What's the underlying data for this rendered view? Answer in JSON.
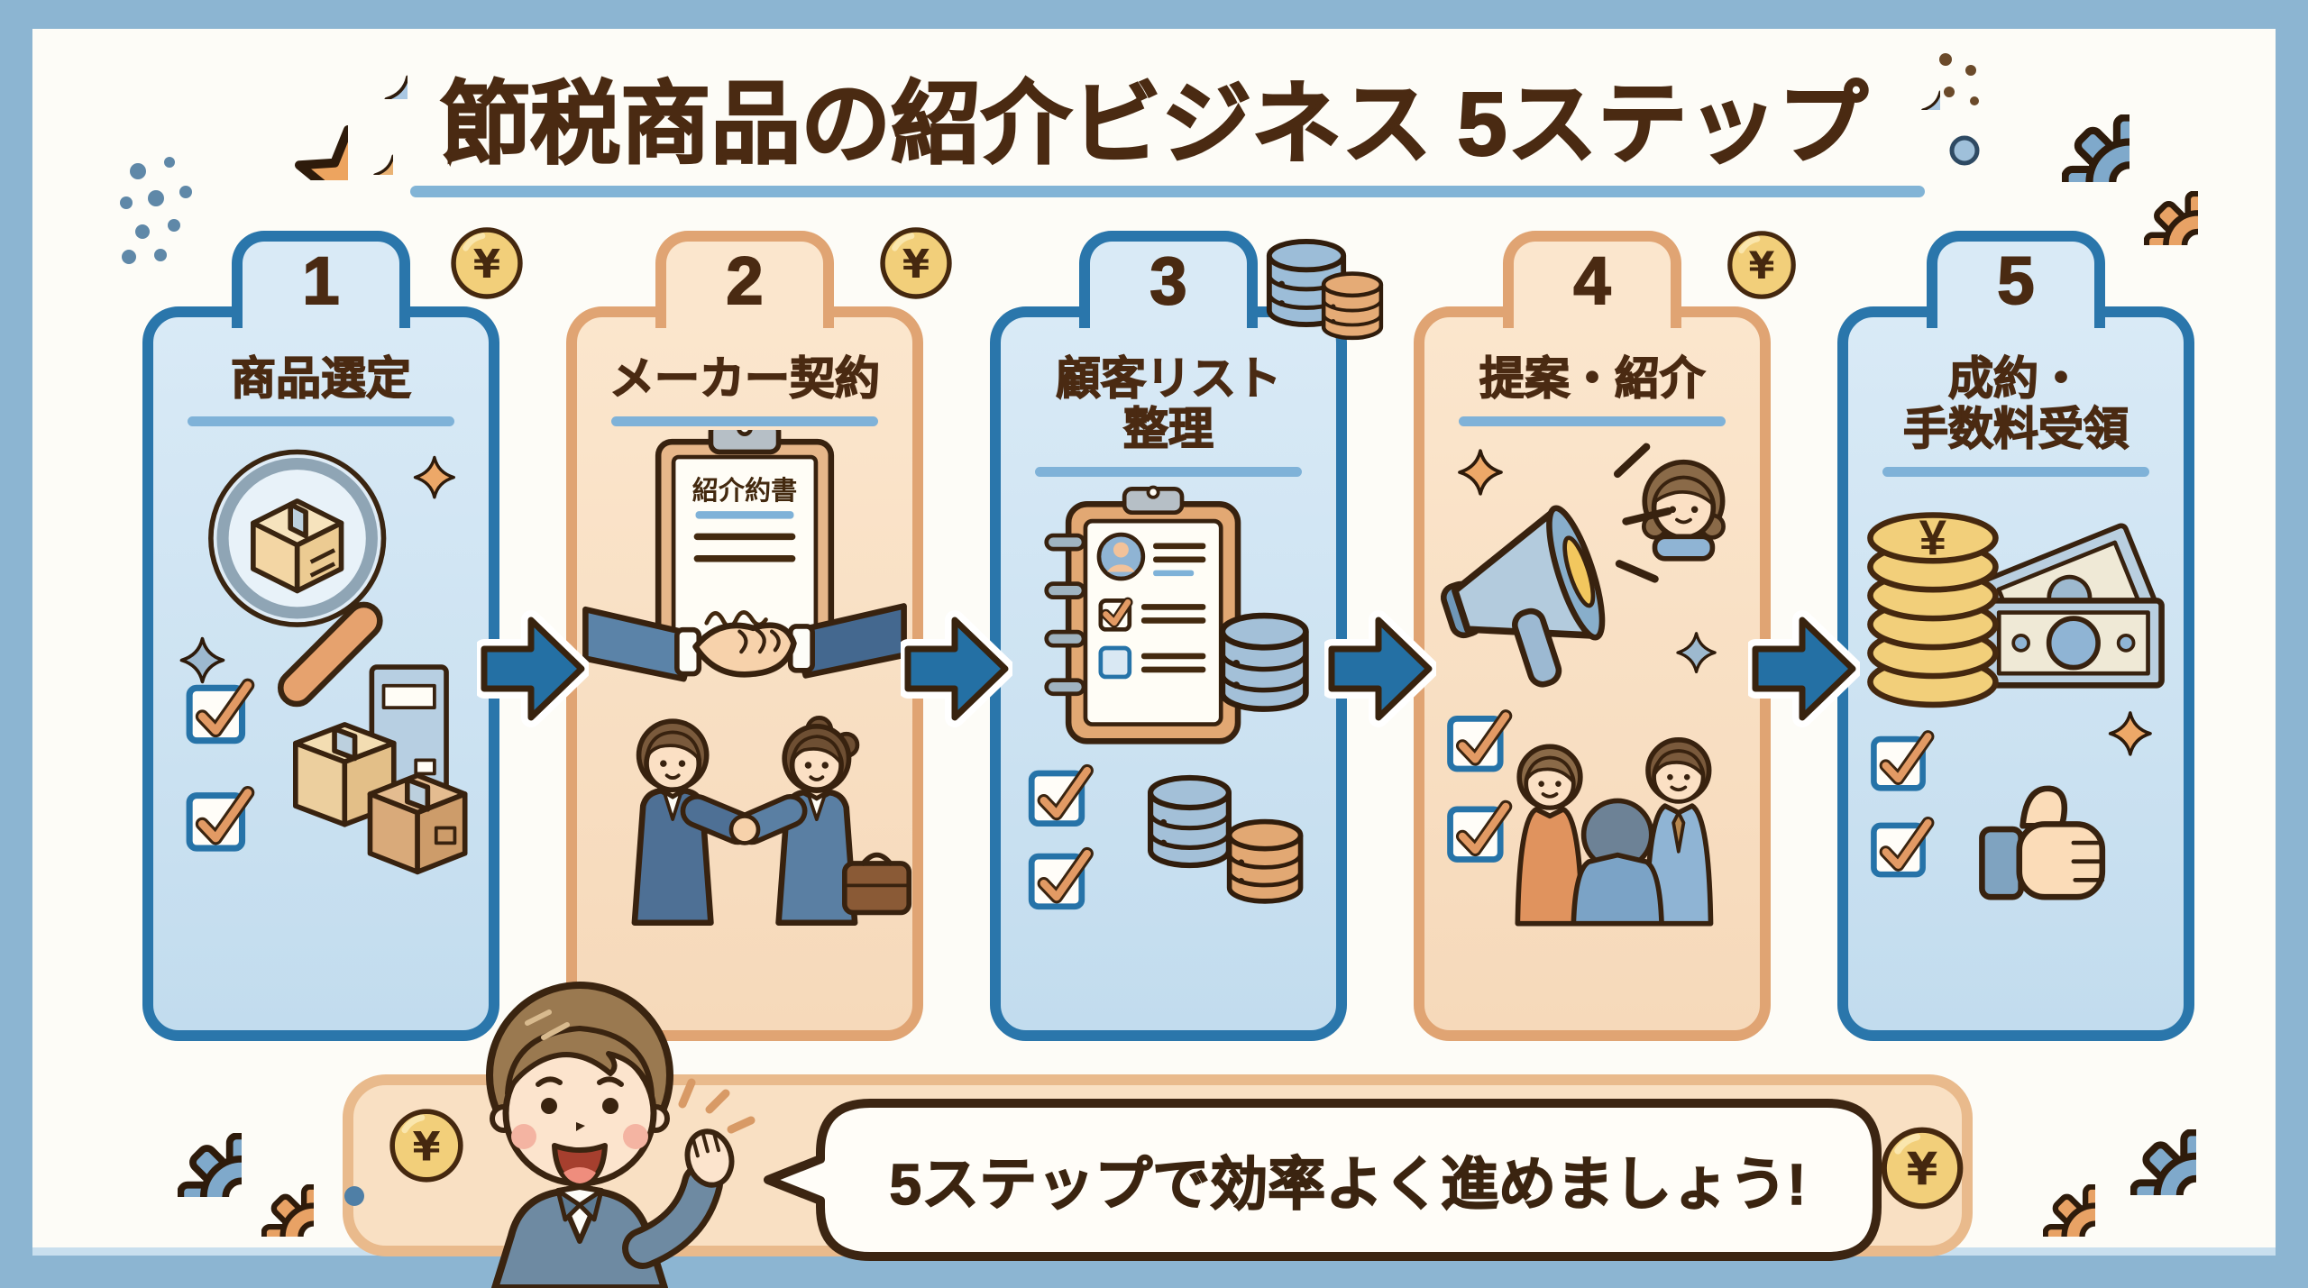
{
  "title": "節税商品の紹介ビジネス 5ステップ",
  "decor": {
    "yen": "¥"
  },
  "steps": [
    {
      "number": "1",
      "label_lines": [
        "商品選定"
      ],
      "theme": "blue",
      "icons": [
        "magnifier-box-icon",
        "sparkle-icon",
        "checkbox-icon",
        "package-boxes-icon",
        "yen-coin-icon"
      ]
    },
    {
      "number": "2",
      "label_lines": [
        "メーカー契約"
      ],
      "theme": "peach",
      "document_label": "紹介約書",
      "icons": [
        "contract-clipboard-icon",
        "handshake-icon",
        "business-people-icon",
        "briefcase-icon",
        "yen-coin-icon"
      ]
    },
    {
      "number": "3",
      "label_lines": [
        "顧客リスト",
        "整理"
      ],
      "theme": "blue",
      "icons": [
        "customer-list-notebook-icon",
        "database-icon",
        "checkbox-icon"
      ]
    },
    {
      "number": "4",
      "label_lines": [
        "提案・紹介"
      ],
      "theme": "peach",
      "icons": [
        "megaphone-icon",
        "customer-avatars-icon",
        "checkbox-icon",
        "sparkle-icon",
        "yen-coin-icon"
      ]
    },
    {
      "number": "5",
      "label_lines": [
        "成約・",
        "手数料受領"
      ],
      "theme": "blue",
      "icons": [
        "coin-stack-icon",
        "banknotes-icon",
        "checkbox-icon",
        "thumbs-up-icon",
        "sparkle-icon"
      ]
    }
  ],
  "footer": {
    "message": "5ステップで効率よく進めましょう!"
  },
  "colors": {
    "frame": "#8cb5d2",
    "blue_card_border": "#2a76ab",
    "blue_card_fill": "#d9eaf6",
    "peach_card_border": "#e0a473",
    "peach_card_fill": "#fbe6cd",
    "arrow": "#2470a4",
    "text_brown": "#4a2a12",
    "underline_blue": "#82b4d6",
    "banner_fill": "#f9e0c3",
    "banner_border": "#e9ba8c",
    "coin_gold": "#f2cf7a"
  }
}
